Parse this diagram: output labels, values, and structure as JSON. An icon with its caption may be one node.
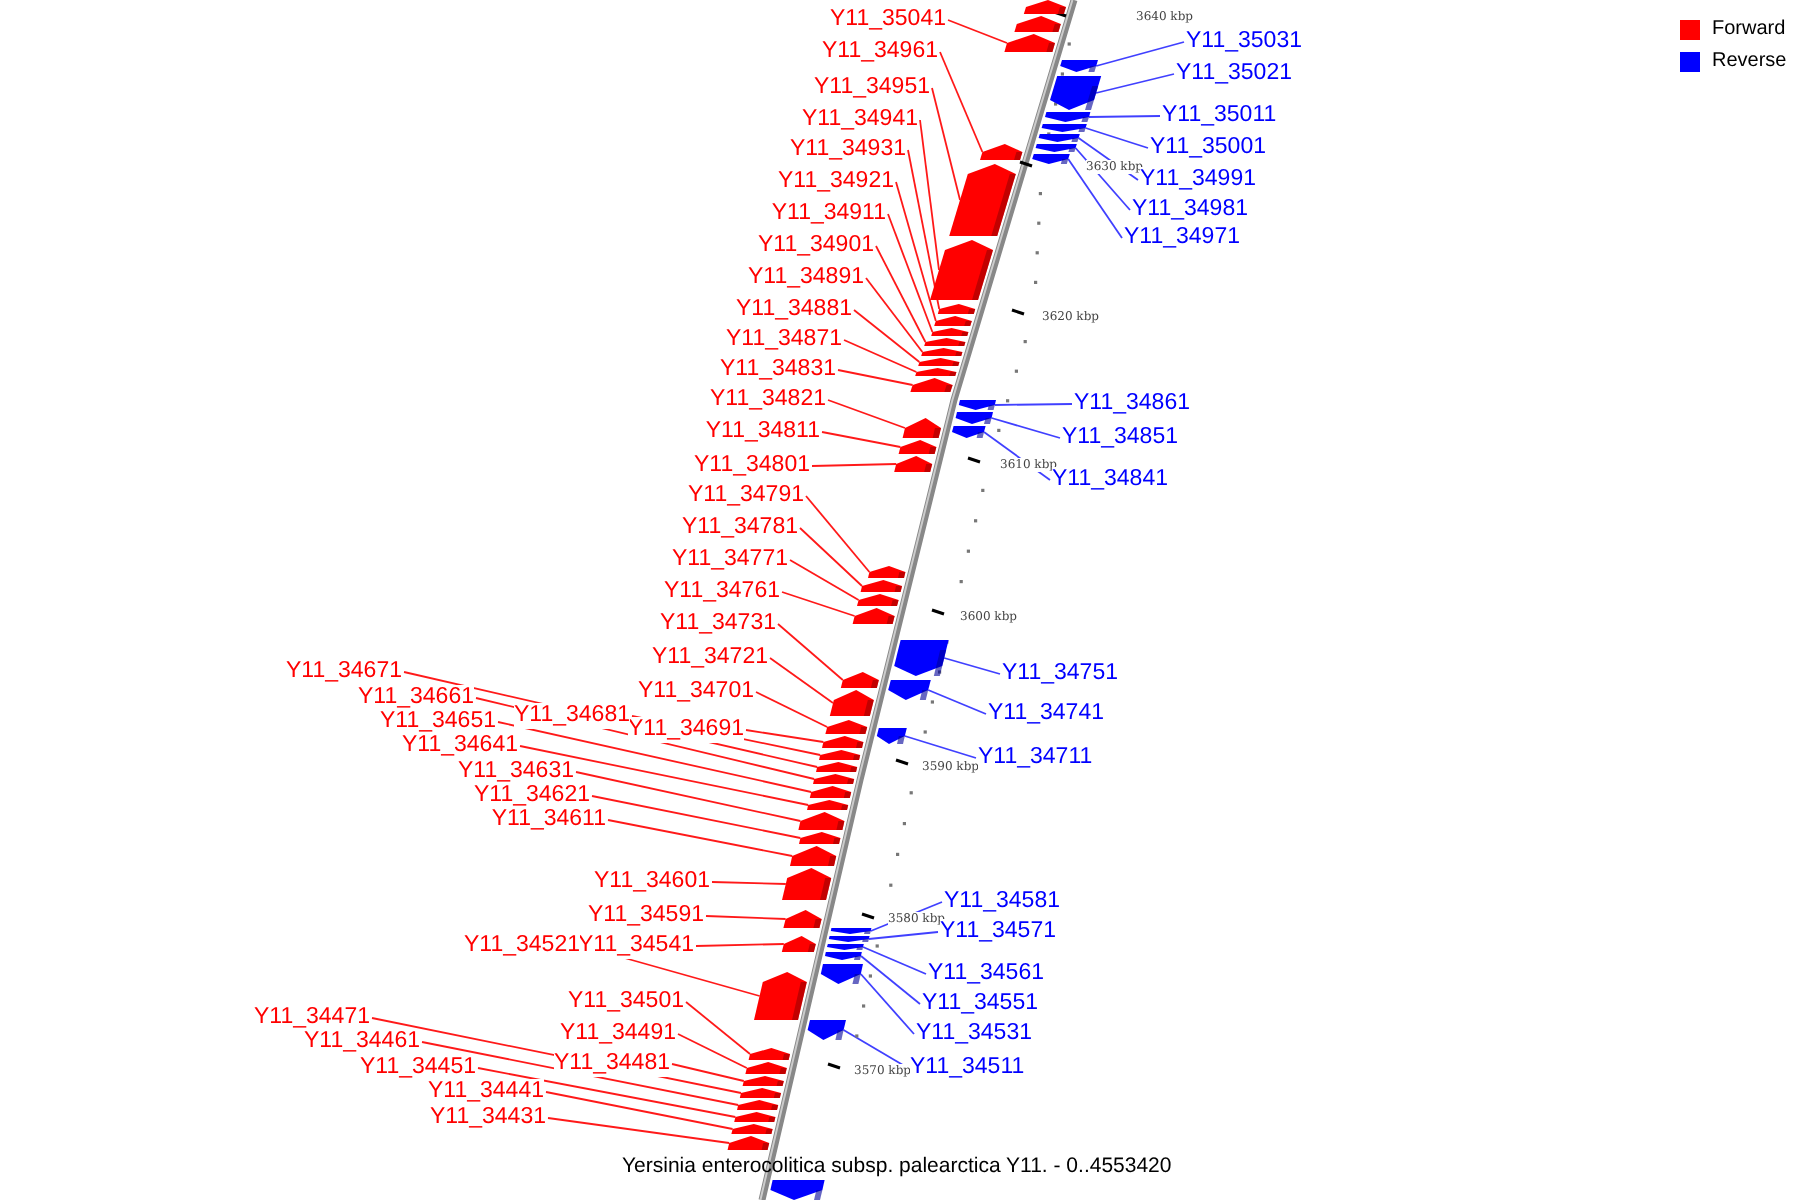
{
  "diagram": {
    "caption": "Yersinia enterocolitica subsp. palearctica Y11. - 0..4553420",
    "nodes": [
      {
        "text": [
          "Y11_35041"
        ]
      },
      {
        "text": [
          "Y11_34961"
        ]
      },
      {
        "text": [
          "Y11_34951"
        ]
      },
      {
        "text": [
          "Y11_34941"
        ]
      },
      {
        "text": [
          "Y11_34931"
        ]
      },
      {
        "text": [
          "Y11_34921"
        ]
      },
      {
        "text": [
          "Y11_34911"
        ]
      },
      {
        "text": [
          "Y11_34901"
        ]
      },
      {
        "text": [
          "Y11_34891"
        ]
      },
      {
        "text": [
          "Y11_34881"
        ]
      },
      {
        "text": [
          "Y11_34871"
        ]
      },
      {
        "text": [
          "Y11_34831"
        ]
      },
      {
        "text": [
          "Y11_34821"
        ]
      },
      {
        "text": [
          "Y11_34811"
        ]
      },
      {
        "text": [
          "Y11_34801"
        ]
      },
      {
        "text": [
          "Y11_34791"
        ]
      },
      {
        "text": [
          "Y11_34781"
        ]
      },
      {
        "text": [
          "Y11_34771"
        ]
      },
      {
        "text": [
          "Y11_34761"
        ]
      },
      {
        "text": [
          "Y11_34731"
        ]
      },
      {
        "text": [
          "Y11_34721"
        ]
      },
      {
        "text": [
          "Y11_34701"
        ]
      },
      {
        "text": [
          "Y11_34691"
        ]
      },
      {
        "text": [
          "Y11_34681"
        ]
      },
      {
        "text": [
          "Y11_34671"
        ]
      },
      {
        "text": [
          "Y11_34661"
        ]
      },
      {
        "text": [
          "Y11_34651"
        ]
      },
      {
        "text": [
          "Y11_34641"
        ]
      },
      {
        "text": [
          "Y11_34631"
        ]
      },
      {
        "text": [
          "Y11_34621"
        ]
      },
      {
        "text": [
          "Y11_34611"
        ]
      },
      {
        "text": [
          "Y11_34601"
        ]
      },
      {
        "text": [
          "Y11_34591"
        ]
      },
      {
        "text": [
          "Y11_34541"
        ]
      },
      {
        "text": [
          "Y11_34521"
        ]
      },
      {
        "text": [
          "Y11_34501"
        ]
      },
      {
        "text": [
          "Y11_34491"
        ]
      },
      {
        "text": [
          "Y11_34481"
        ]
      },
      {
        "text": [
          "Y11_34471"
        ]
      },
      {
        "text": [
          "Y11_34461"
        ]
      },
      {
        "text": [
          "Y11_34451"
        ]
      },
      {
        "text": [
          "Y11_34441"
        ]
      },
      {
        "text": [
          "Y11_34431"
        ]
      },
      {
        "text": [
          "Y11_35031"
        ]
      },
      {
        "text": [
          "Y11_35021"
        ]
      },
      {
        "text": [
          "Y11_35011"
        ]
      },
      {
        "text": [
          "Y11_35001"
        ]
      },
      {
        "text": [
          "Y11_34991"
        ]
      },
      {
        "text": [
          "Y11_34981"
        ]
      },
      {
        "text": [
          "Y11_34971"
        ]
      },
      {
        "text": [
          "Y11_34861"
        ]
      },
      {
        "text": [
          "Y11_34851"
        ]
      },
      {
        "text": [
          "Y11_34841"
        ]
      },
      {
        "text": [
          "Y11_34751"
        ]
      },
      {
        "text": [
          "Y11_34741"
        ]
      },
      {
        "text": [
          "Y11_34711"
        ]
      },
      {
        "text": [
          "Y11_34581"
        ]
      },
      {
        "text": [
          "Y11_34571"
        ]
      },
      {
        "text": [
          "Y11_34561"
        ]
      },
      {
        "text": [
          "Y11_34551"
        ]
      },
      {
        "text": [
          "Y11_34531"
        ]
      },
      {
        "text": [
          "Y11_34511"
        ]
      },
      {
        "text": [],
        "shape": "pentagon"
      },
      {
        "text": [],
        "shape": "pentagon"
      },
      {
        "text": [],
        "shape": "pentagon"
      },
      {
        "text": [],
        "shape": "pentagon"
      },
      {
        "text": [],
        "shape": "pentagon"
      },
      {
        "text": [],
        "shape": "pentagon"
      },
      {
        "text": [],
        "shape": "pentagon"
      },
      {
        "text": [],
        "shape": "pentagon"
      },
      {
        "text": [],
        "shape": "pentagon"
      },
      {
        "text": [],
        "shape": "pentagon"
      },
      {
        "text": [],
        "shape": "pentagon"
      },
      {
        "text": [],
        "shape": "pentagon"
      },
      {
        "text": [],
        "shape": "pentagon"
      },
      {
        "text": [],
        "shape": "pentagon"
      },
      {
        "text": [],
        "shape": "pentagon"
      },
      {
        "text": [],
        "shape": "pentagon"
      },
      {
        "text": [],
        "shape": "pentagon"
      },
      {
        "text": [],
        "shape": "pentagon"
      },
      {
        "text": [],
        "shape": "pentagon"
      },
      {
        "text": [],
        "shape": "pentagon"
      },
      {
        "text": [],
        "shape": "pentagon"
      },
      {
        "text": [],
        "shape": "pentagon"
      },
      {
        "text": [],
        "shape": "pentagon"
      },
      {
        "text": [],
        "shape": "pentagon"
      },
      {
        "text": [],
        "shape": "pentagon"
      },
      {
        "text": [],
        "shape": "pentagon"
      },
      {
        "text": [],
        "shape": "pentagon"
      },
      {
        "text": [],
        "shape": "pentagon"
      },
      {
        "text": [],
        "shape": "pentagon"
      },
      {
        "text": [],
        "shape": "pentagon"
      },
      {
        "text": [],
        "shape": "pentagon"
      },
      {
        "text": [],
        "shape": "pentagon"
      },
      {
        "text": [],
        "shape": "pentagon"
      },
      {
        "text": [],
        "shape": "pentagon"
      },
      {
        "text": [],
        "shape": "pentagon"
      },
      {
        "text": [],
        "shape": "pentagon"
      },
      {
        "text": [],
        "shape": "pentagon"
      },
      {
        "text": [],
        "shape": "pentagon"
      },
      {
        "text": [],
        "shape": "pentagon"
      },
      {
        "text": [],
        "shape": "pentagon"
      },
      {
        "text": [],
        "shape": "pentagon"
      },
      {
        "text": [],
        "shape": "pentagon"
      },
      {
        "text": [],
        "shape": "pentagon"
      },
      {
        "text": [],
        "shape": "pentagon"
      },
      {
        "text": [],
        "shape": "pentagon"
      },
      {
        "text": [],
        "shape": "pentagon"
      },
      {
        "text": [],
        "shape": "pentagon"
      },
      {
        "text": [],
        "shape": "pentagon"
      },
      {
        "text": [],
        "shape": "pentagon"
      },
      {
        "text": [],
        "shape": "pentagon"
      },
      {
        "text": [],
        "shape": "pentagon"
      },
      {
        "text": [],
        "shape": "pentagon"
      },
      {
        "text": [],
        "shape": "pentagon"
      },
      {
        "text": [],
        "shape": "pentagon"
      },
      {
        "text": [],
        "shape": "pentagon"
      },
      {
        "text": [],
        "shape": "pentagon"
      },
      {
        "text": [],
        "shape": "pentagon"
      },
      {
        "text": [],
        "shape": "pentagon"
      },
      {
        "text": [],
        "shape": "pentagon"
      },
      {
        "text": [],
        "shape": "pentagon"
      },
      {
        "text": [],
        "shape": "pentagon"
      },
      {
        "text": [],
        "shape": "pentagon"
      },
      {
        "text": [],
        "shape": "pentagon"
      },
      {
        "text": [],
        "shape": "pentagon"
      },
      {
        "text": [],
        "shape": "pentagon"
      }
    ],
    "edges": [
      {
        "from": 0,
        "to": 62,
        "arrow": "none"
      },
      {
        "from": 1,
        "to": 63,
        "arrow": "none"
      },
      {
        "from": 2,
        "to": 64,
        "arrow": "none"
      },
      {
        "from": 3,
        "to": 65,
        "arrow": "none"
      },
      {
        "from": 4,
        "to": 66,
        "arrow": "none"
      },
      {
        "from": 5,
        "to": 67,
        "arrow": "none"
      },
      {
        "from": 6,
        "to": 68,
        "arrow": "none"
      },
      {
        "from": 7,
        "to": 69,
        "arrow": "none"
      },
      {
        "from": 8,
        "to": 70,
        "arrow": "none"
      },
      {
        "from": 9,
        "to": 71,
        "arrow": "none"
      },
      {
        "from": 10,
        "to": 72,
        "arrow": "none"
      },
      {
        "from": 11,
        "to": 73,
        "arrow": "none"
      },
      {
        "from": 12,
        "to": 74,
        "arrow": "none"
      },
      {
        "from": 13,
        "to": 75,
        "arrow": "none"
      },
      {
        "from": 14,
        "to": 76,
        "arrow": "none"
      },
      {
        "from": 15,
        "to": 77,
        "arrow": "none"
      },
      {
        "from": 16,
        "to": 78,
        "arrow": "none"
      },
      {
        "from": 17,
        "to": 79,
        "arrow": "none"
      },
      {
        "from": 18,
        "to": 80,
        "arrow": "none"
      },
      {
        "from": 19,
        "to": 81,
        "arrow": "none"
      },
      {
        "from": 20,
        "to": 82,
        "arrow": "none"
      },
      {
        "from": 21,
        "to": 83,
        "arrow": "none"
      },
      {
        "from": 22,
        "to": 84,
        "arrow": "none"
      },
      {
        "from": 23,
        "to": 85,
        "arrow": "none"
      },
      {
        "from": 24,
        "to": 86,
        "arrow": "none"
      },
      {
        "from": 25,
        "to": 87,
        "arrow": "none"
      },
      {
        "from": 26,
        "to": 88,
        "arrow": "none"
      },
      {
        "from": 27,
        "to": 89,
        "arrow": "none"
      },
      {
        "from": 28,
        "to": 90,
        "arrow": "none"
      },
      {
        "from": 29,
        "to": 91,
        "arrow": "none"
      },
      {
        "from": 30,
        "to": 92,
        "arrow": "none"
      },
      {
        "from": 31,
        "to": 93,
        "arrow": "none"
      },
      {
        "from": 32,
        "to": 94,
        "arrow": "none"
      },
      {
        "from": 33,
        "to": 95,
        "arrow": "none"
      },
      {
        "from": 34,
        "to": 96,
        "arrow": "none"
      },
      {
        "from": 35,
        "to": 97,
        "arrow": "none"
      },
      {
        "from": 36,
        "to": 98,
        "arrow": "none"
      },
      {
        "from": 37,
        "to": 99,
        "arrow": "none"
      },
      {
        "from": 38,
        "to": 100,
        "arrow": "none"
      },
      {
        "from": 39,
        "to": 101,
        "arrow": "none"
      },
      {
        "from": 40,
        "to": 102,
        "arrow": "none"
      },
      {
        "from": 41,
        "to": 103,
        "arrow": "none"
      },
      {
        "from": 42,
        "to": 104,
        "arrow": "none"
      },
      {
        "from": 43,
        "to": 105,
        "arrow": "none",
        "color": "#0000ff"
      },
      {
        "from": 44,
        "to": 106,
        "arrow": "none",
        "color": "#0000ff"
      },
      {
        "from": 45,
        "to": 107,
        "arrow": "none",
        "color": "#0000ff"
      },
      {
        "from": 46,
        "to": 108,
        "arrow": "none",
        "color": "#0000ff"
      },
      {
        "from": 47,
        "to": 109,
        "arrow": "none",
        "color": "#0000ff"
      },
      {
        "from": 48,
        "to": 110,
        "arrow": "none",
        "color": "#0000ff"
      },
      {
        "from": 49,
        "to": 111,
        "arrow": "none",
        "color": "#0000ff"
      },
      {
        "from": 50,
        "to": 112,
        "arrow": "none",
        "color": "#0000ff"
      },
      {
        "from": 51,
        "to": 113,
        "arrow": "none",
        "color": "#0000ff"
      },
      {
        "from": 52,
        "to": 114,
        "arrow": "none",
        "color": "#0000ff"
      },
      {
        "from": 53,
        "to": 115,
        "arrow": "none",
        "color": "#0000ff"
      },
      {
        "from": 54,
        "to": 116,
        "arrow": "none",
        "color": "#0000ff"
      },
      {
        "from": 55,
        "to": 117,
        "arrow": "none",
        "color": "#0000ff"
      },
      {
        "from": 56,
        "to": 118,
        "arrow": "none",
        "color": "#0000ff"
      },
      {
        "from": 57,
        "to": 119,
        "arrow": "none",
        "color": "#0000ff"
      },
      {
        "from": 58,
        "to": 120,
        "arrow": "none",
        "color": "#0000ff"
      },
      {
        "from": 59,
        "to": 121,
        "arrow": "none",
        "color": "#0000ff"
      },
      {
        "from": 60,
        "to": 122,
        "arrow": "none",
        "color": "#0000ff"
      },
      {
        "from": 61,
        "to": 123,
        "arrow": "none",
        "color": "#0000ff"
      }
    ],
    "labels": [
      "3640 kbp",
      "3630 kbp",
      "3620 kbp",
      "3610 kbp",
      "3600 kbp",
      "3590 kbp",
      "3580 kbp",
      "3570 kbp"
    ],
    "legend": [
      {
        "text": "Forward",
        "color": "#ff0000"
      },
      {
        "text": "Reverse",
        "color": "#0000ff"
      }
    ]
  }
}
